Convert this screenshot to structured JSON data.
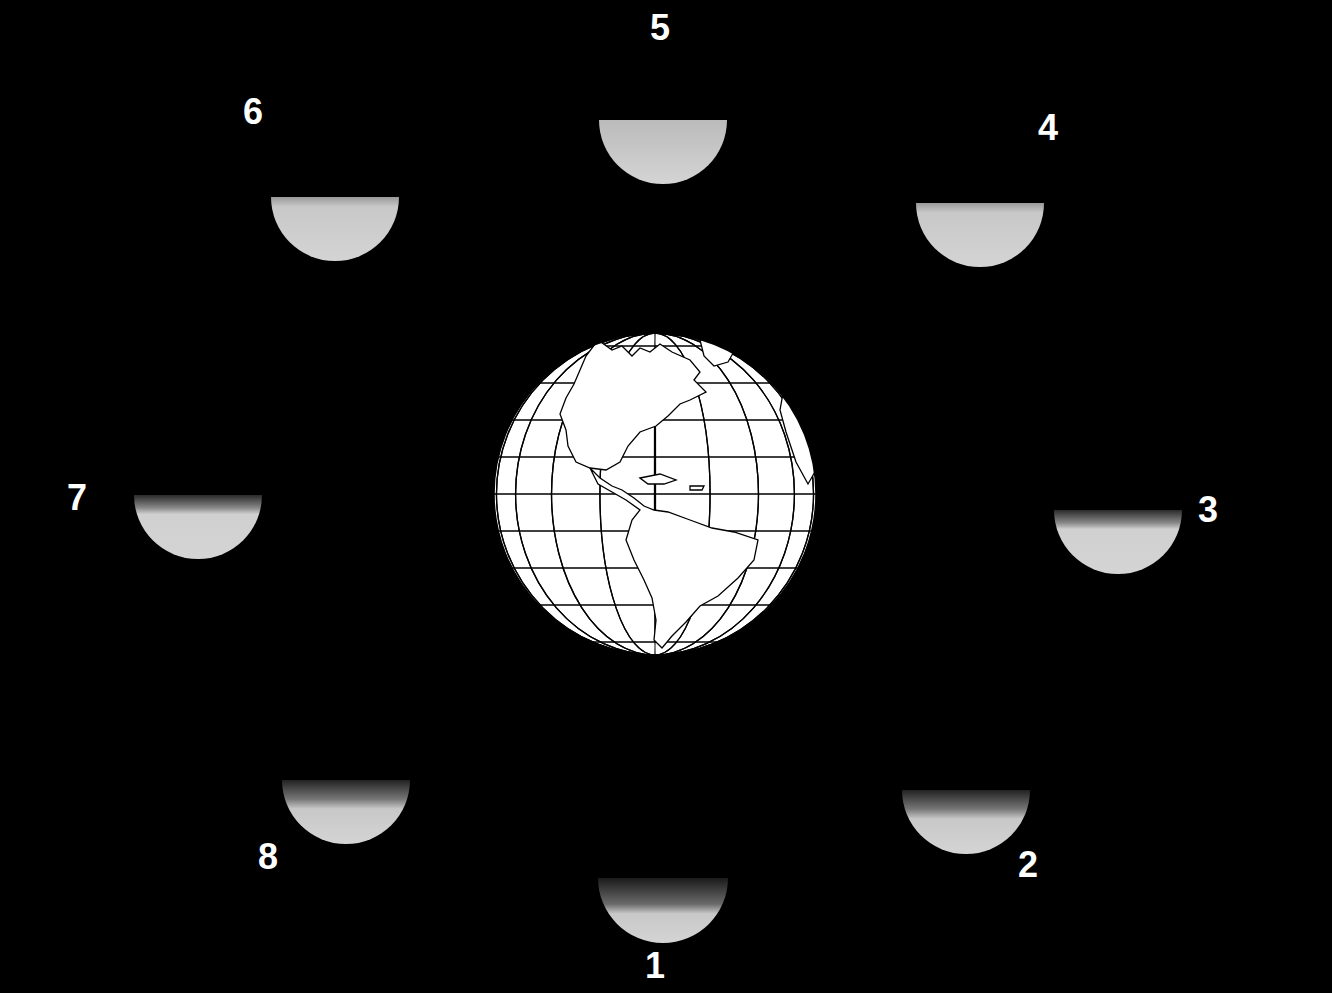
{
  "diagram": {
    "labels": [
      "5",
      "6",
      "4",
      "7",
      "3",
      "8",
      "2",
      "1"
    ]
  }
}
